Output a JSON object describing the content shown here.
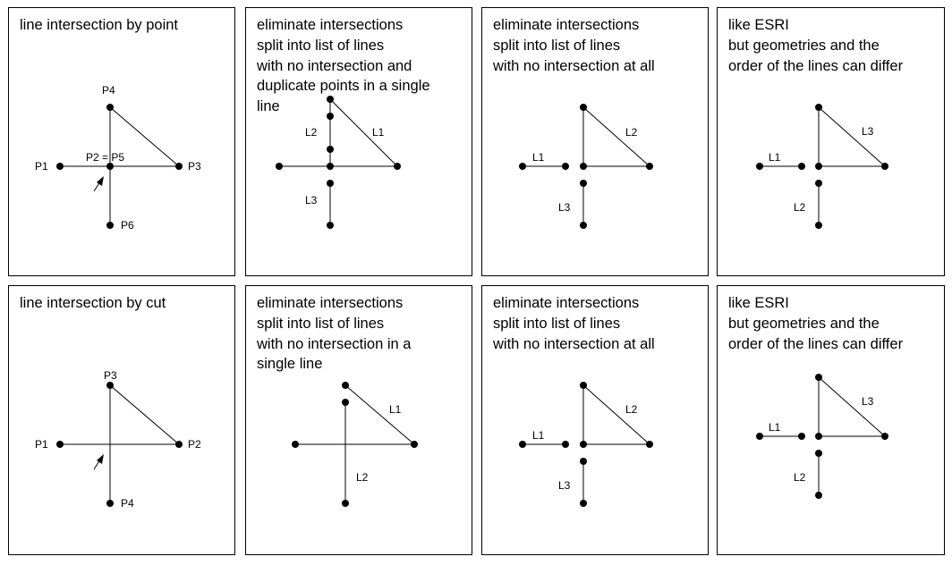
{
  "panels": [
    {
      "title": "line intersection by point",
      "labels": [
        "P1",
        "P2 = P5",
        "P3",
        "P4",
        "P6"
      ]
    },
    {
      "title": "eliminate intersections\nsplit into list of lines\nwith no intersection and\nduplicate points in a single\nline",
      "labels": [
        "L1",
        "L2",
        "L3"
      ]
    },
    {
      "title": "eliminate intersections\nsplit into list of lines\nwith no intersection at all",
      "labels": [
        "L1",
        "L2",
        "L3"
      ]
    },
    {
      "title": "like ESRI\nbut geometries and the\norder of the lines can differ",
      "labels": [
        "L1",
        "L2",
        "L3"
      ]
    },
    {
      "title": "line intersection by cut",
      "labels": [
        "P1",
        "P2",
        "P3",
        "P4"
      ]
    },
    {
      "title": "eliminate intersections\nsplit into list of lines\nwith no intersection in a\nsingle line",
      "labels": [
        "L1",
        "L2"
      ]
    },
    {
      "title": "eliminate intersections\nsplit into list of lines\nwith no intersection at all",
      "labels": [
        "L1",
        "L2",
        "L3"
      ]
    },
    {
      "title": "like ESRI\nbut geometries and the\norder of the lines can differ",
      "labels": [
        "L1",
        "L2",
        "L3"
      ]
    }
  ]
}
